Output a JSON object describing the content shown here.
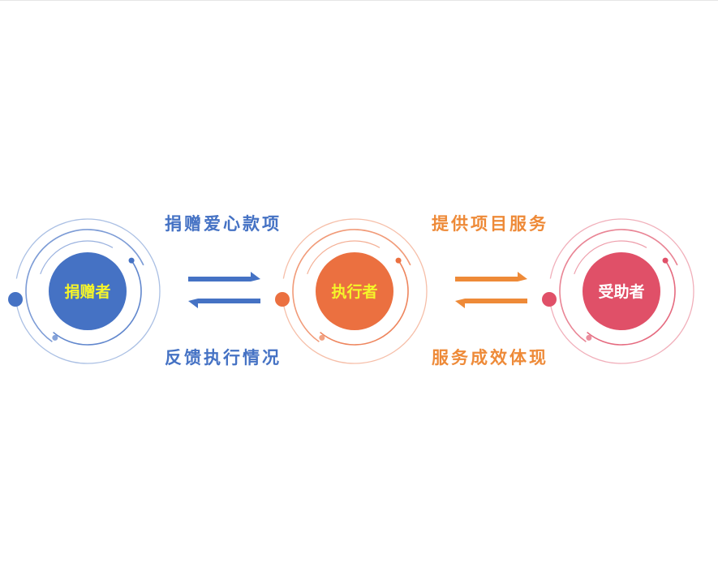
{
  "nodes": [
    {
      "id": "donor",
      "label": "捐赠者",
      "color": "#4572C4",
      "text_color": "#F5F52A"
    },
    {
      "id": "executor",
      "label": "执行者",
      "color": "#EB7040",
      "text_color": "#F5F52A"
    },
    {
      "id": "recipient",
      "label": "受助者",
      "color": "#E05068",
      "text_color": "#FFFFFF"
    }
  ],
  "flows": [
    {
      "from": "donor",
      "to": "executor",
      "top_label": "捐赠爱心款项",
      "bottom_label": "反馈执行情况",
      "color": "#4572C4"
    },
    {
      "from": "executor",
      "to": "recipient",
      "top_label": "提供项目服务",
      "bottom_label": "服务成效体现",
      "color": "#EE8A38"
    }
  ]
}
